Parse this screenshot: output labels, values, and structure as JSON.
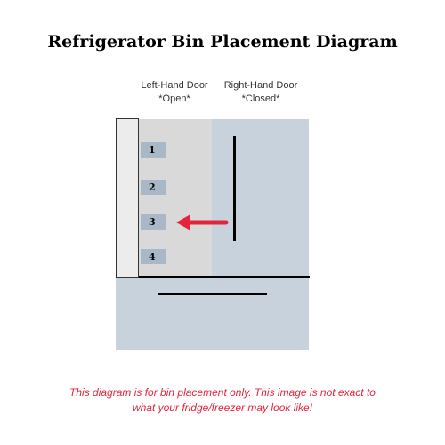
{
  "title": "Refrigerator Bin Placement Diagram",
  "doors": {
    "left": {
      "name": "Left-Hand Door",
      "state": "*Open*"
    },
    "right": {
      "name": "Right-Hand Door",
      "state": "*Closed*"
    }
  },
  "bins": [
    "1",
    "2",
    "3",
    "4"
  ],
  "highlighted_bin": "3",
  "disclaimer": {
    "line1": "This diagram is for bin placement only. This image is not exact to",
    "line2": "what your fridge/freezer may look like!"
  },
  "colors": {
    "arrow": "#e5243b",
    "disclaimer": "#e5243b",
    "fridge_body": "#c8d2dc",
    "interior": "#d9d9d9",
    "bin": "#a9b8c6"
  }
}
